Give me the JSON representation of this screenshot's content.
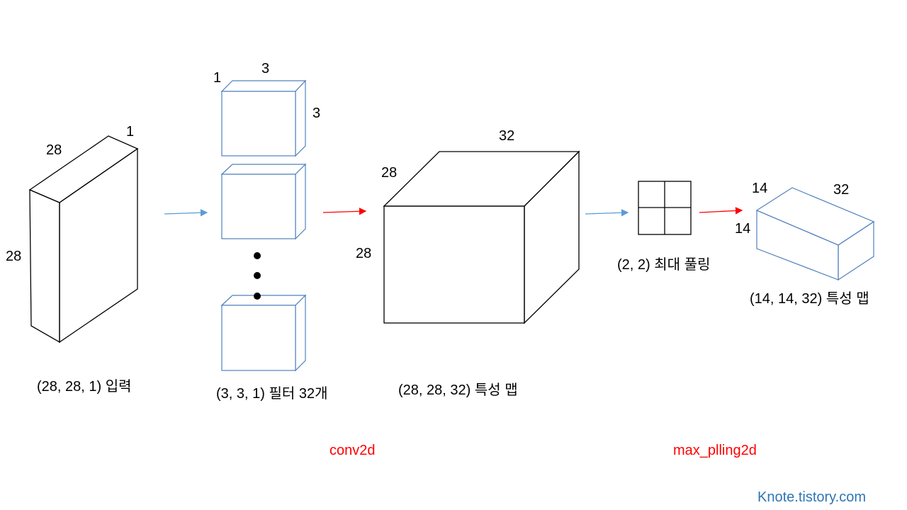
{
  "input_block": {
    "depth": "1",
    "width": "28",
    "height": "28",
    "caption": "(28, 28, 1) 입력"
  },
  "filter_block": {
    "depth": "1",
    "width": "3",
    "height": "3",
    "caption": "(3, 3, 1) 필터 32개"
  },
  "feature_map_block": {
    "depth": "28",
    "width": "32",
    "height": "28",
    "caption": "(28, 28, 32) 특성 맵"
  },
  "pooling_block": {
    "caption": "(2, 2) 최대 풀링"
  },
  "pooled_map_block": {
    "depth": "14",
    "width": "32",
    "height": "14",
    "caption": "(14, 14, 32) 특성 맵"
  },
  "operations": {
    "conv": "conv2d",
    "pool": "max_plling2d"
  },
  "watermark": "Knote.tistory.com",
  "colors": {
    "black": "#000000",
    "blue": "#2e75b6",
    "arrow_blue": "#5b9bd5",
    "red": "#ff0000"
  }
}
